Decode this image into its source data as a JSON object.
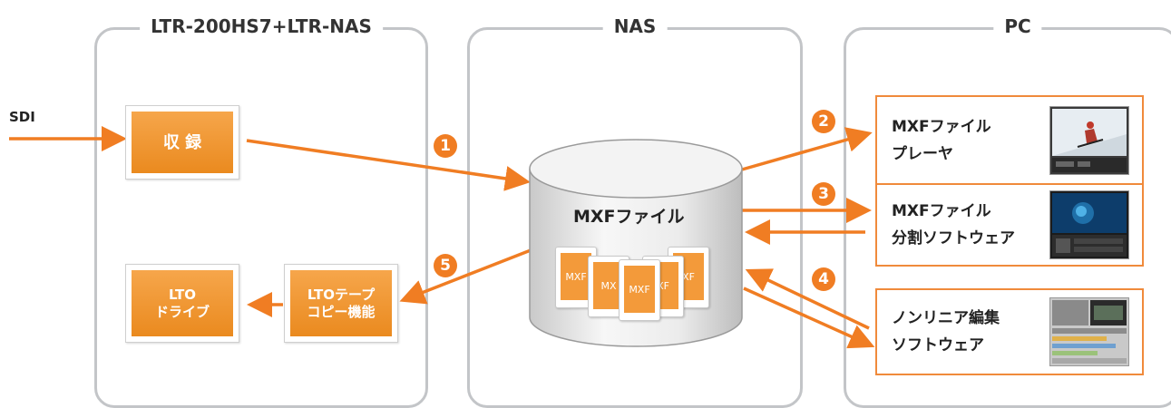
{
  "panels": {
    "ltr": {
      "title": "LTR-200HS7+LTR-NAS"
    },
    "nas": {
      "title": "NAS"
    },
    "pc": {
      "title": "PC"
    }
  },
  "input_label": "SDI",
  "record_box": {
    "label": "収 録"
  },
  "lto_drive_box": {
    "label_line1": "LTO",
    "label_line2": "ドライブ"
  },
  "lto_copy_box": {
    "label_line1": "LTOテープ",
    "label_line2": "コピー機能"
  },
  "nas_storage": {
    "label": "MXFファイル",
    "file_icons": [
      "MXF",
      "MX",
      "MXF",
      "XF",
      "XF"
    ]
  },
  "pc_apps": {
    "player": {
      "line1": "MXFファイル",
      "line2": "プレーヤ"
    },
    "splitter": {
      "line1": "MXFファイル",
      "line2": "分割ソフトウェア"
    },
    "editor": {
      "line1": "ノンリニア編集",
      "line2": "ソフトウェア"
    }
  },
  "step_numbers": [
    "1",
    "2",
    "3",
    "4",
    "5"
  ],
  "colors": {
    "accent": "#f07d23",
    "panel_border": "#c3c5c8",
    "box_fill": "#ef9534"
  }
}
